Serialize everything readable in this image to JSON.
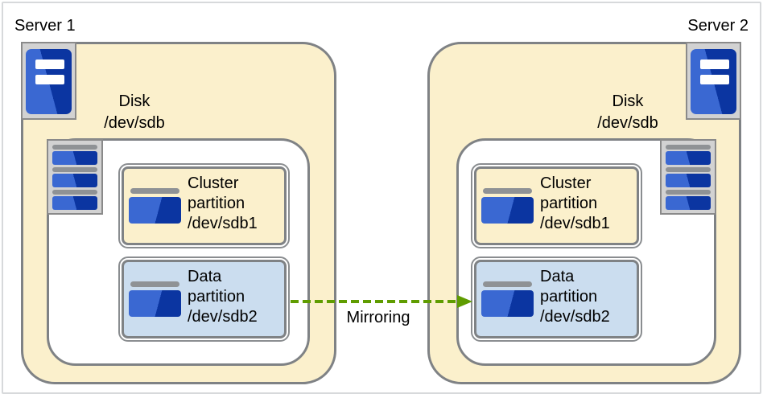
{
  "servers": [
    {
      "label": "Server 1",
      "disk_label": [
        "Disk",
        "/dev/sdb"
      ],
      "partitions": [
        {
          "name": "cluster-partition",
          "lines": [
            "Cluster",
            "partition",
            "/dev/sdb1"
          ]
        },
        {
          "name": "data-partition",
          "lines": [
            "Data",
            "partition",
            "/dev/sdb2"
          ]
        }
      ]
    },
    {
      "label": "Server 2",
      "disk_label": [
        "Disk",
        "/dev/sdb"
      ],
      "partitions": [
        {
          "name": "cluster-partition",
          "lines": [
            "Cluster",
            "partition",
            "/dev/sdb1"
          ]
        },
        {
          "name": "data-partition",
          "lines": [
            "Data",
            "partition",
            "/dev/sdb2"
          ]
        }
      ]
    }
  ],
  "arrow": {
    "label": "Mirroring",
    "color": "#5F9C00",
    "style": "dashed"
  },
  "icons": [
    "server-tower-icon",
    "disk-stack-icon",
    "partition-icon"
  ],
  "colors": {
    "server_box_fill": "#FBF0CC",
    "cluster_partition_fill": "#FBF0CC",
    "data_partition_fill": "#CBDDEF",
    "box_border": "#7F8285",
    "icon_frame_fill": "#D2D2D2",
    "icon_frame_border": "#8A8A8A",
    "icon_blue_light": "#3A68D2",
    "icon_blue_dark": "#0B35A1",
    "icon_bar_gray": "#8F9295",
    "arrow_green": "#5F9C00",
    "page_frame": "#D7D9DB",
    "text": "#000000"
  }
}
